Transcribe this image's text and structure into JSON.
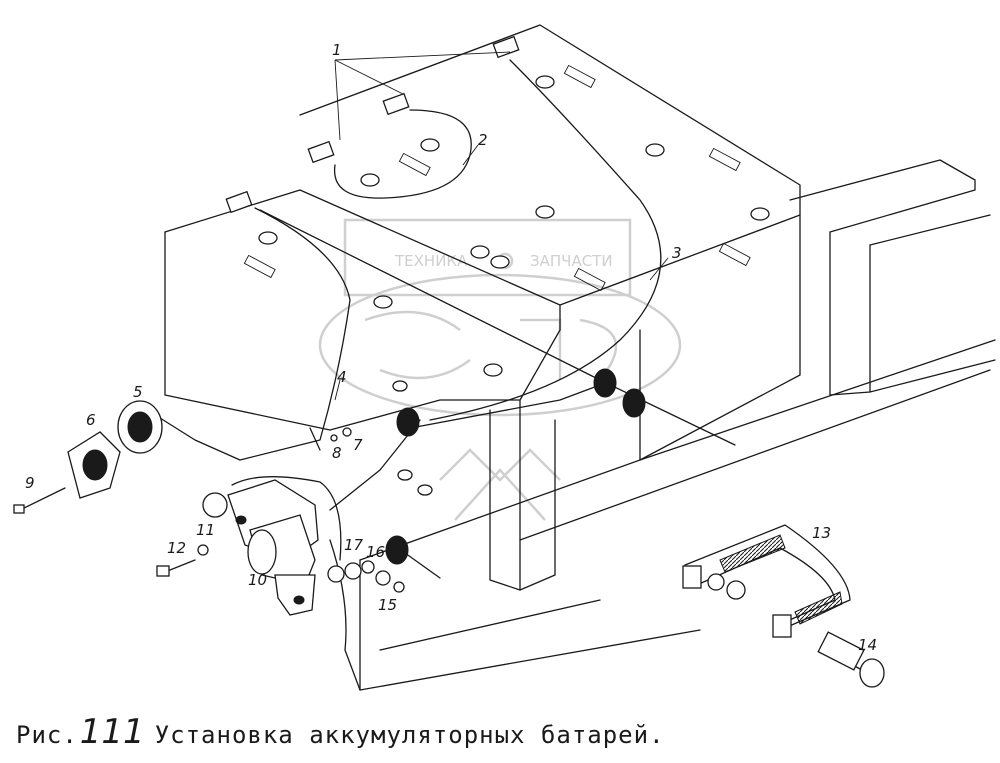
{
  "caption": {
    "prefix": "Рис.",
    "number": "111",
    "title": "Установка аккумуляторных батарей."
  },
  "watermark": {
    "left_text": "ТЕХНИКА",
    "right_text": "ЗАПЧАСТИ"
  },
  "callouts": [
    "1",
    "2",
    "3",
    "4",
    "5",
    "6",
    "7",
    "8",
    "9",
    "10",
    "11",
    "12",
    "13",
    "14",
    "15",
    "16",
    "17"
  ]
}
